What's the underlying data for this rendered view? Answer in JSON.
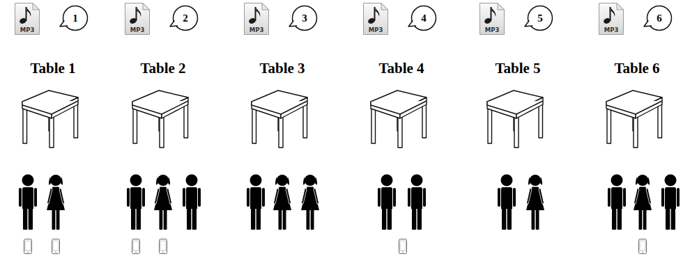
{
  "diagram": {
    "nodes": [
      {
        "text": [
          "MP3"
        ]
      },
      {
        "text": [
          "1"
        ]
      },
      {
        "text": [
          "MP3"
        ]
      },
      {
        "text": [
          "2"
        ]
      },
      {
        "text": [
          "MP3"
        ]
      },
      {
        "text": [
          "3"
        ]
      },
      {
        "text": [
          "MP3"
        ]
      },
      {
        "text": [
          "4"
        ]
      },
      {
        "text": [
          "MP3"
        ]
      },
      {
        "text": [
          "5"
        ]
      },
      {
        "text": [
          "MP3"
        ]
      },
      {
        "text": [
          "6"
        ]
      }
    ],
    "labels": [
      "Table 1",
      "Table 2",
      "Table 3",
      "Table 4",
      "Table 5",
      "Table 6"
    ]
  }
}
